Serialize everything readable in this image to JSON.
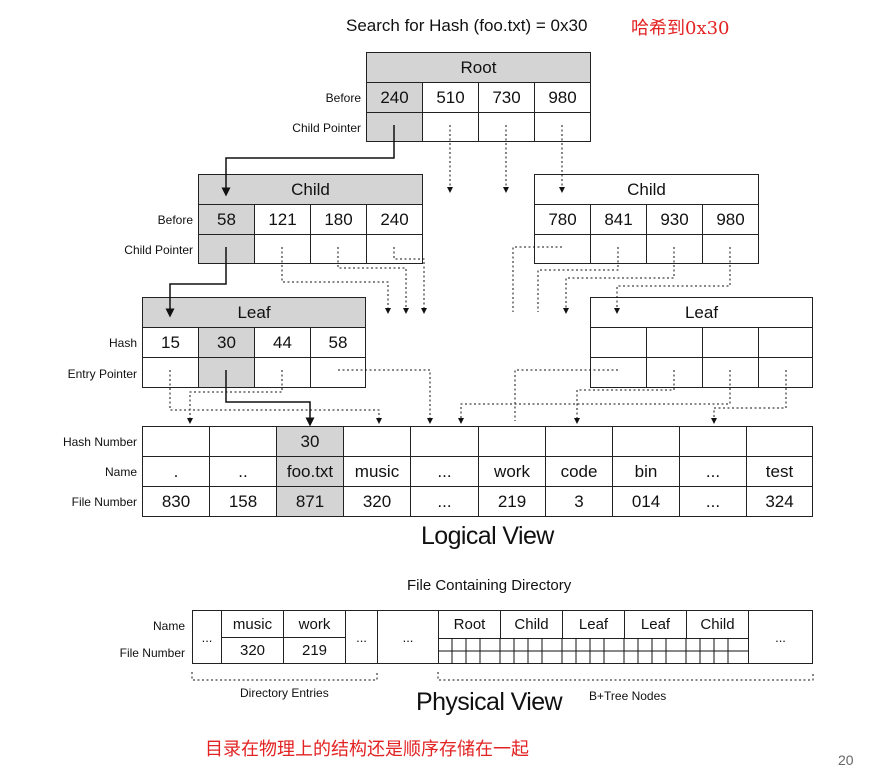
{
  "top_title": "Search for Hash (foo.txt) = 0x30",
  "top_note_cn": "哈希到0x30",
  "row_labels": {
    "before": "Before",
    "child_pointer": "Child Pointer",
    "hash": "Hash",
    "entry_pointer": "Entry Pointer",
    "hash_number": "Hash Number",
    "name": "Name",
    "file_number": "File Number"
  },
  "root": {
    "title": "Root",
    "before": [
      "240",
      "510",
      "730",
      "980"
    ]
  },
  "child_left": {
    "title": "Child",
    "before": [
      "58",
      "121",
      "180",
      "240"
    ]
  },
  "child_right": {
    "title": "Child",
    "before": [
      "780",
      "841",
      "930",
      "980"
    ]
  },
  "leaf_left": {
    "title": "Leaf",
    "hash": [
      "15",
      "30",
      "44",
      "58"
    ]
  },
  "leaf_right": {
    "title": "Leaf"
  },
  "directory_table": {
    "hash_numbers": [
      "",
      "",
      "30",
      "",
      "",
      "",
      "",
      "",
      "",
      ""
    ],
    "names": [
      ".",
      "..",
      "foo.txt",
      "music",
      "...",
      "work",
      "code",
      "bin",
      "...",
      "test"
    ],
    "file_numbers": [
      "830",
      "158",
      "871",
      "320",
      "...",
      "219",
      "3",
      "014",
      "...",
      "324"
    ]
  },
  "logical_view": "Logical View",
  "physical_title": "File Containing Directory",
  "physical": {
    "ellipsis": "...",
    "entries": [
      {
        "name": "music",
        "file_number": "320"
      },
      {
        "name": "work",
        "file_number": "219"
      }
    ],
    "nodes": [
      "Root",
      "Child",
      "Leaf",
      "Leaf",
      "Child"
    ],
    "directory_entries_label": "Directory Entries",
    "btree_nodes_label": "B+Tree Nodes"
  },
  "physical_view": "Physical View",
  "bottom_note_cn": "目录在物理上的结构还是顺序存储在一起",
  "page_number": "20"
}
